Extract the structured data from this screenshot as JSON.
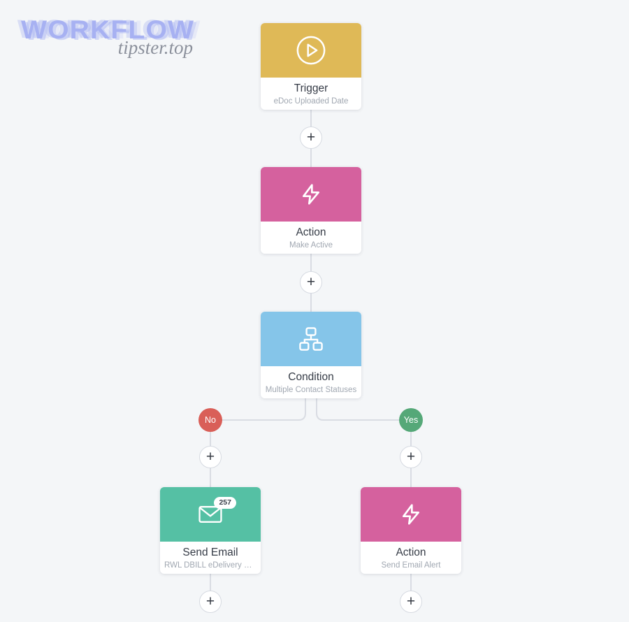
{
  "logo": {
    "title": "WORKFLOW",
    "subtitle": "tipster.top"
  },
  "nodes": {
    "trigger": {
      "type_label": "Trigger",
      "subtitle": "eDoc Uploaded Date",
      "icon": "play-circle-icon",
      "color": "#dfb957"
    },
    "action1": {
      "type_label": "Action",
      "subtitle": "Make Active",
      "icon": "lightning-icon",
      "color": "#d5619e"
    },
    "condition": {
      "type_label": "Condition",
      "subtitle": "Multiple Contact Statuses",
      "icon": "hierarchy-icon",
      "color": "#85c5e9"
    },
    "send_email": {
      "type_label": "Send Email",
      "subtitle": "RWL DBILL eDelivery Ge…",
      "icon": "envelope-icon",
      "color": "#55c0a4",
      "badge_count": "257"
    },
    "action2": {
      "type_label": "Action",
      "subtitle": "Send Email Alert",
      "icon": "lightning-icon",
      "color": "#d5619e"
    }
  },
  "branches": {
    "no_label": "No",
    "no_color": "#d95f58",
    "yes_label": "Yes",
    "yes_color": "#55a878"
  },
  "connector_color": "#d9dce3",
  "add_button_label": "+"
}
